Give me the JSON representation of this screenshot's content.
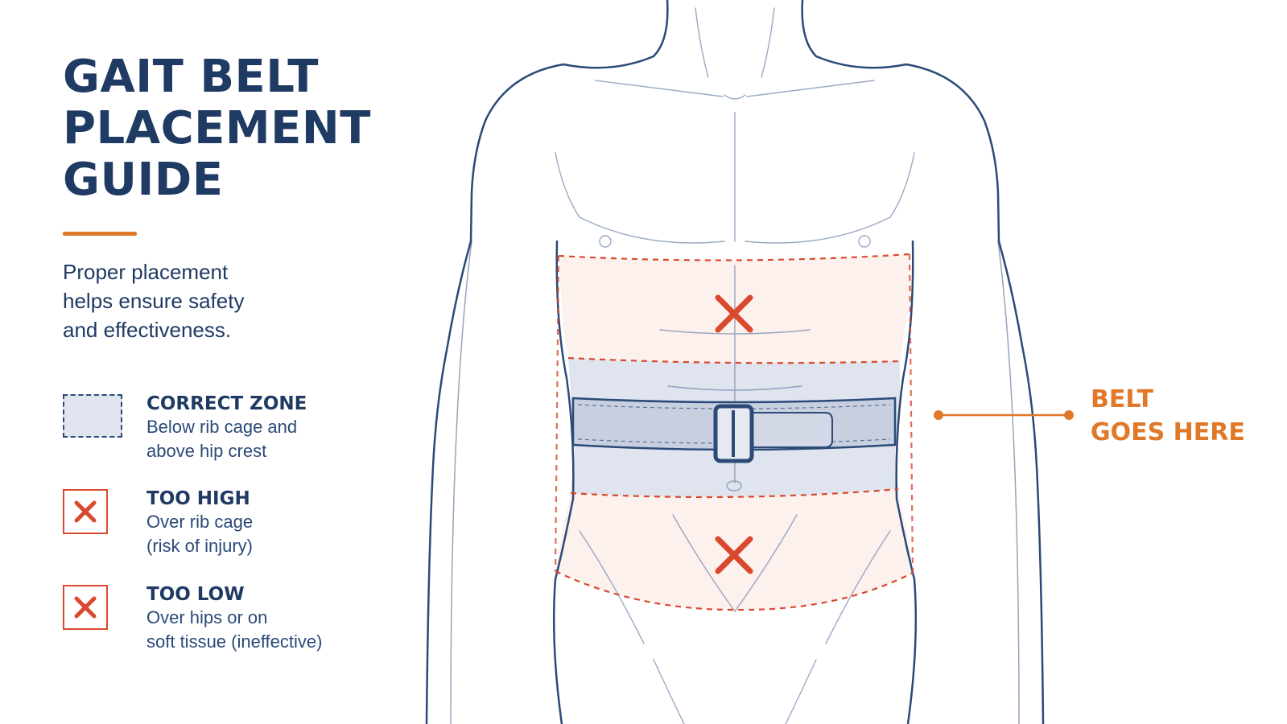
{
  "title": {
    "lines": [
      "GAIT BELT",
      "PLACEMENT",
      "GUIDE"
    ]
  },
  "intro": {
    "lines": [
      "Proper placement",
      "helps ensure safety",
      "and effectiveness."
    ]
  },
  "legend": [
    {
      "title": "CORRECT ZONE",
      "desc": [
        "Below rib cage and",
        "above hip crest"
      ],
      "icon": "dashed-zone-swatch"
    },
    {
      "title": "TOO HIGH",
      "desc": [
        "Over rib cage",
        "(risk of injury)"
      ],
      "icon": "x-mark-icon"
    },
    {
      "title": "TOO LOW",
      "desc": [
        "Over hips or on",
        "soft tissue (ineffective)"
      ],
      "icon": "x-mark-icon"
    }
  ],
  "callout": {
    "lines": [
      "BELT",
      "GOES HERE"
    ]
  },
  "colors": {
    "navy": "#1f3a63",
    "outline": "#2b4a78",
    "accent_orange": "#e0782a",
    "warning_red": "#d9492e",
    "zone_fill": "#dfe4ee",
    "danger_fill": "#fdf1ee"
  }
}
